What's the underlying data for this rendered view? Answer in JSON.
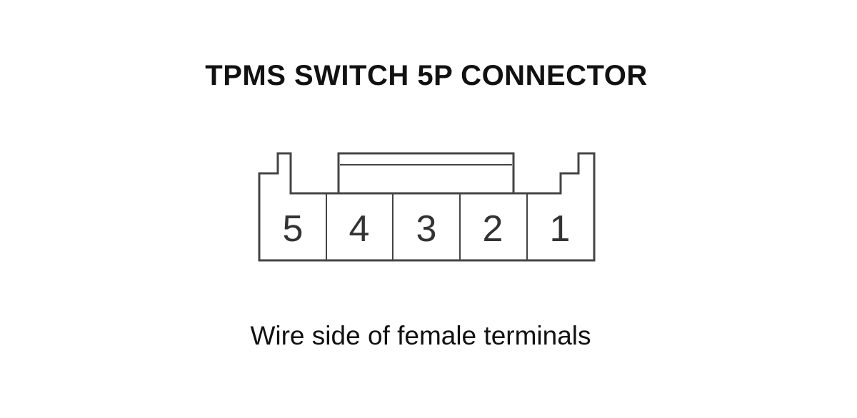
{
  "title": "TPMS SWITCH 5P CONNECTOR",
  "caption": "Wire side of female terminals",
  "connector": {
    "pin_count": 5,
    "terminals": [
      "5",
      "4",
      "3",
      "2",
      "1"
    ]
  },
  "colors": {
    "line": "#444444",
    "text": "#111111",
    "background": "#ffffff"
  }
}
